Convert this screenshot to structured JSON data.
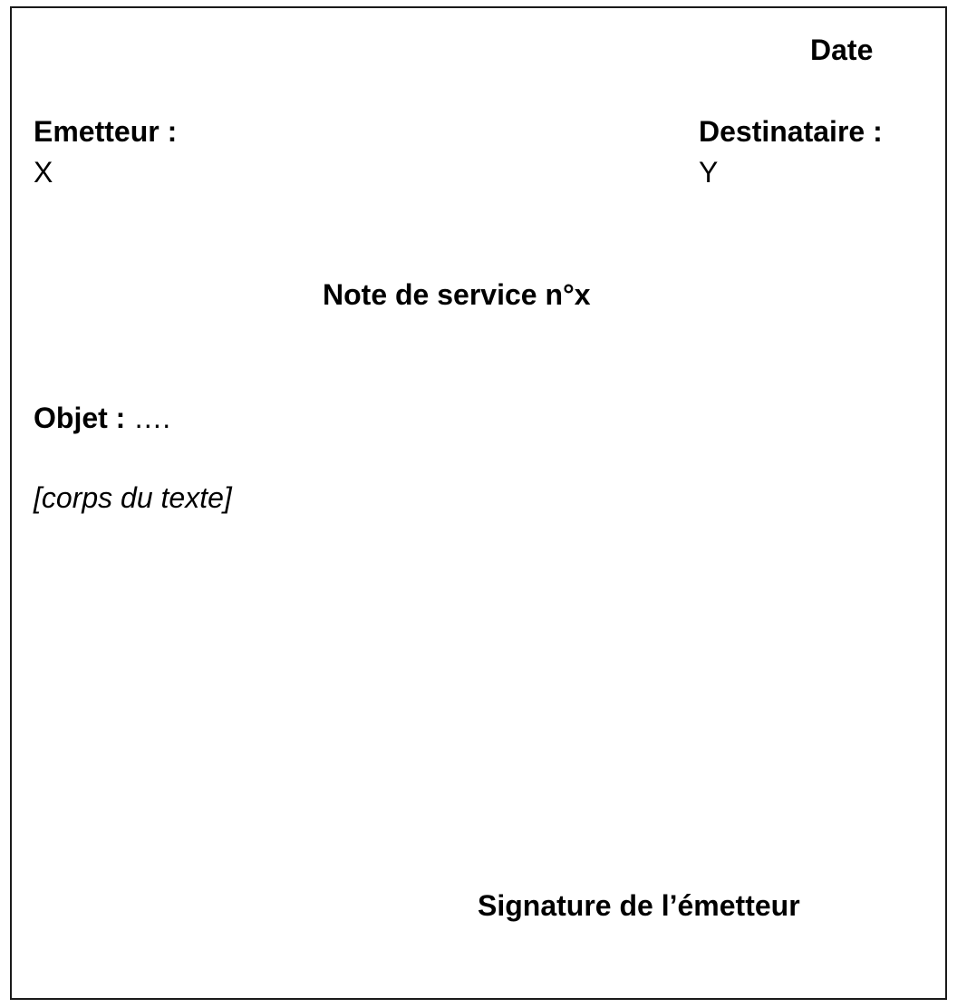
{
  "document": {
    "date_label": "Date",
    "sender": {
      "label": "Emetteur :",
      "value": "X"
    },
    "recipient": {
      "label": "Destinataire :",
      "value": "Y"
    },
    "title": "Note de service n°x",
    "subject": {
      "label": "Objet :",
      "value": "…."
    },
    "body_placeholder": "[corps du texte]",
    "signature": "Signature de l’émetteur"
  }
}
